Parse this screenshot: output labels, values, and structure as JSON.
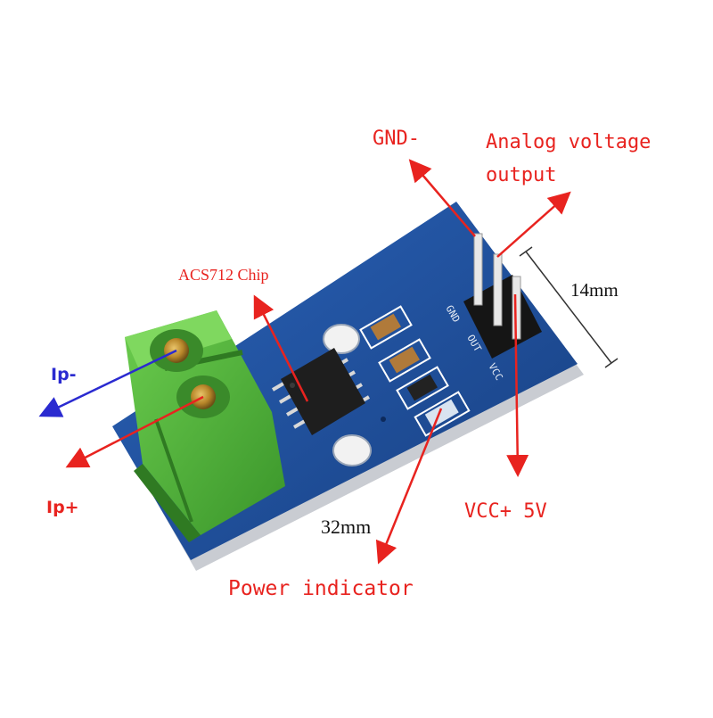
{
  "labels": {
    "gnd": "GND-",
    "analog_line1": "Analog voltage",
    "analog_line2": "output",
    "dimension_height": "14mm",
    "chip": "ACS712 Chip",
    "ip_minus": "Ip-",
    "ip_plus": "Ip+",
    "vcc": "VCC+ 5V",
    "dimension_length": "32mm",
    "power_indicator": "Power indicator"
  },
  "silkscreen": {
    "pin1": "GND",
    "pin2": "OUT",
    "pin3": "VCC"
  },
  "colors": {
    "annotation_red": "#e8231f",
    "annotation_blue": "#2a2ad0",
    "pcb_blue": "#1d4f9a",
    "terminal_green": "#4fb33b"
  }
}
